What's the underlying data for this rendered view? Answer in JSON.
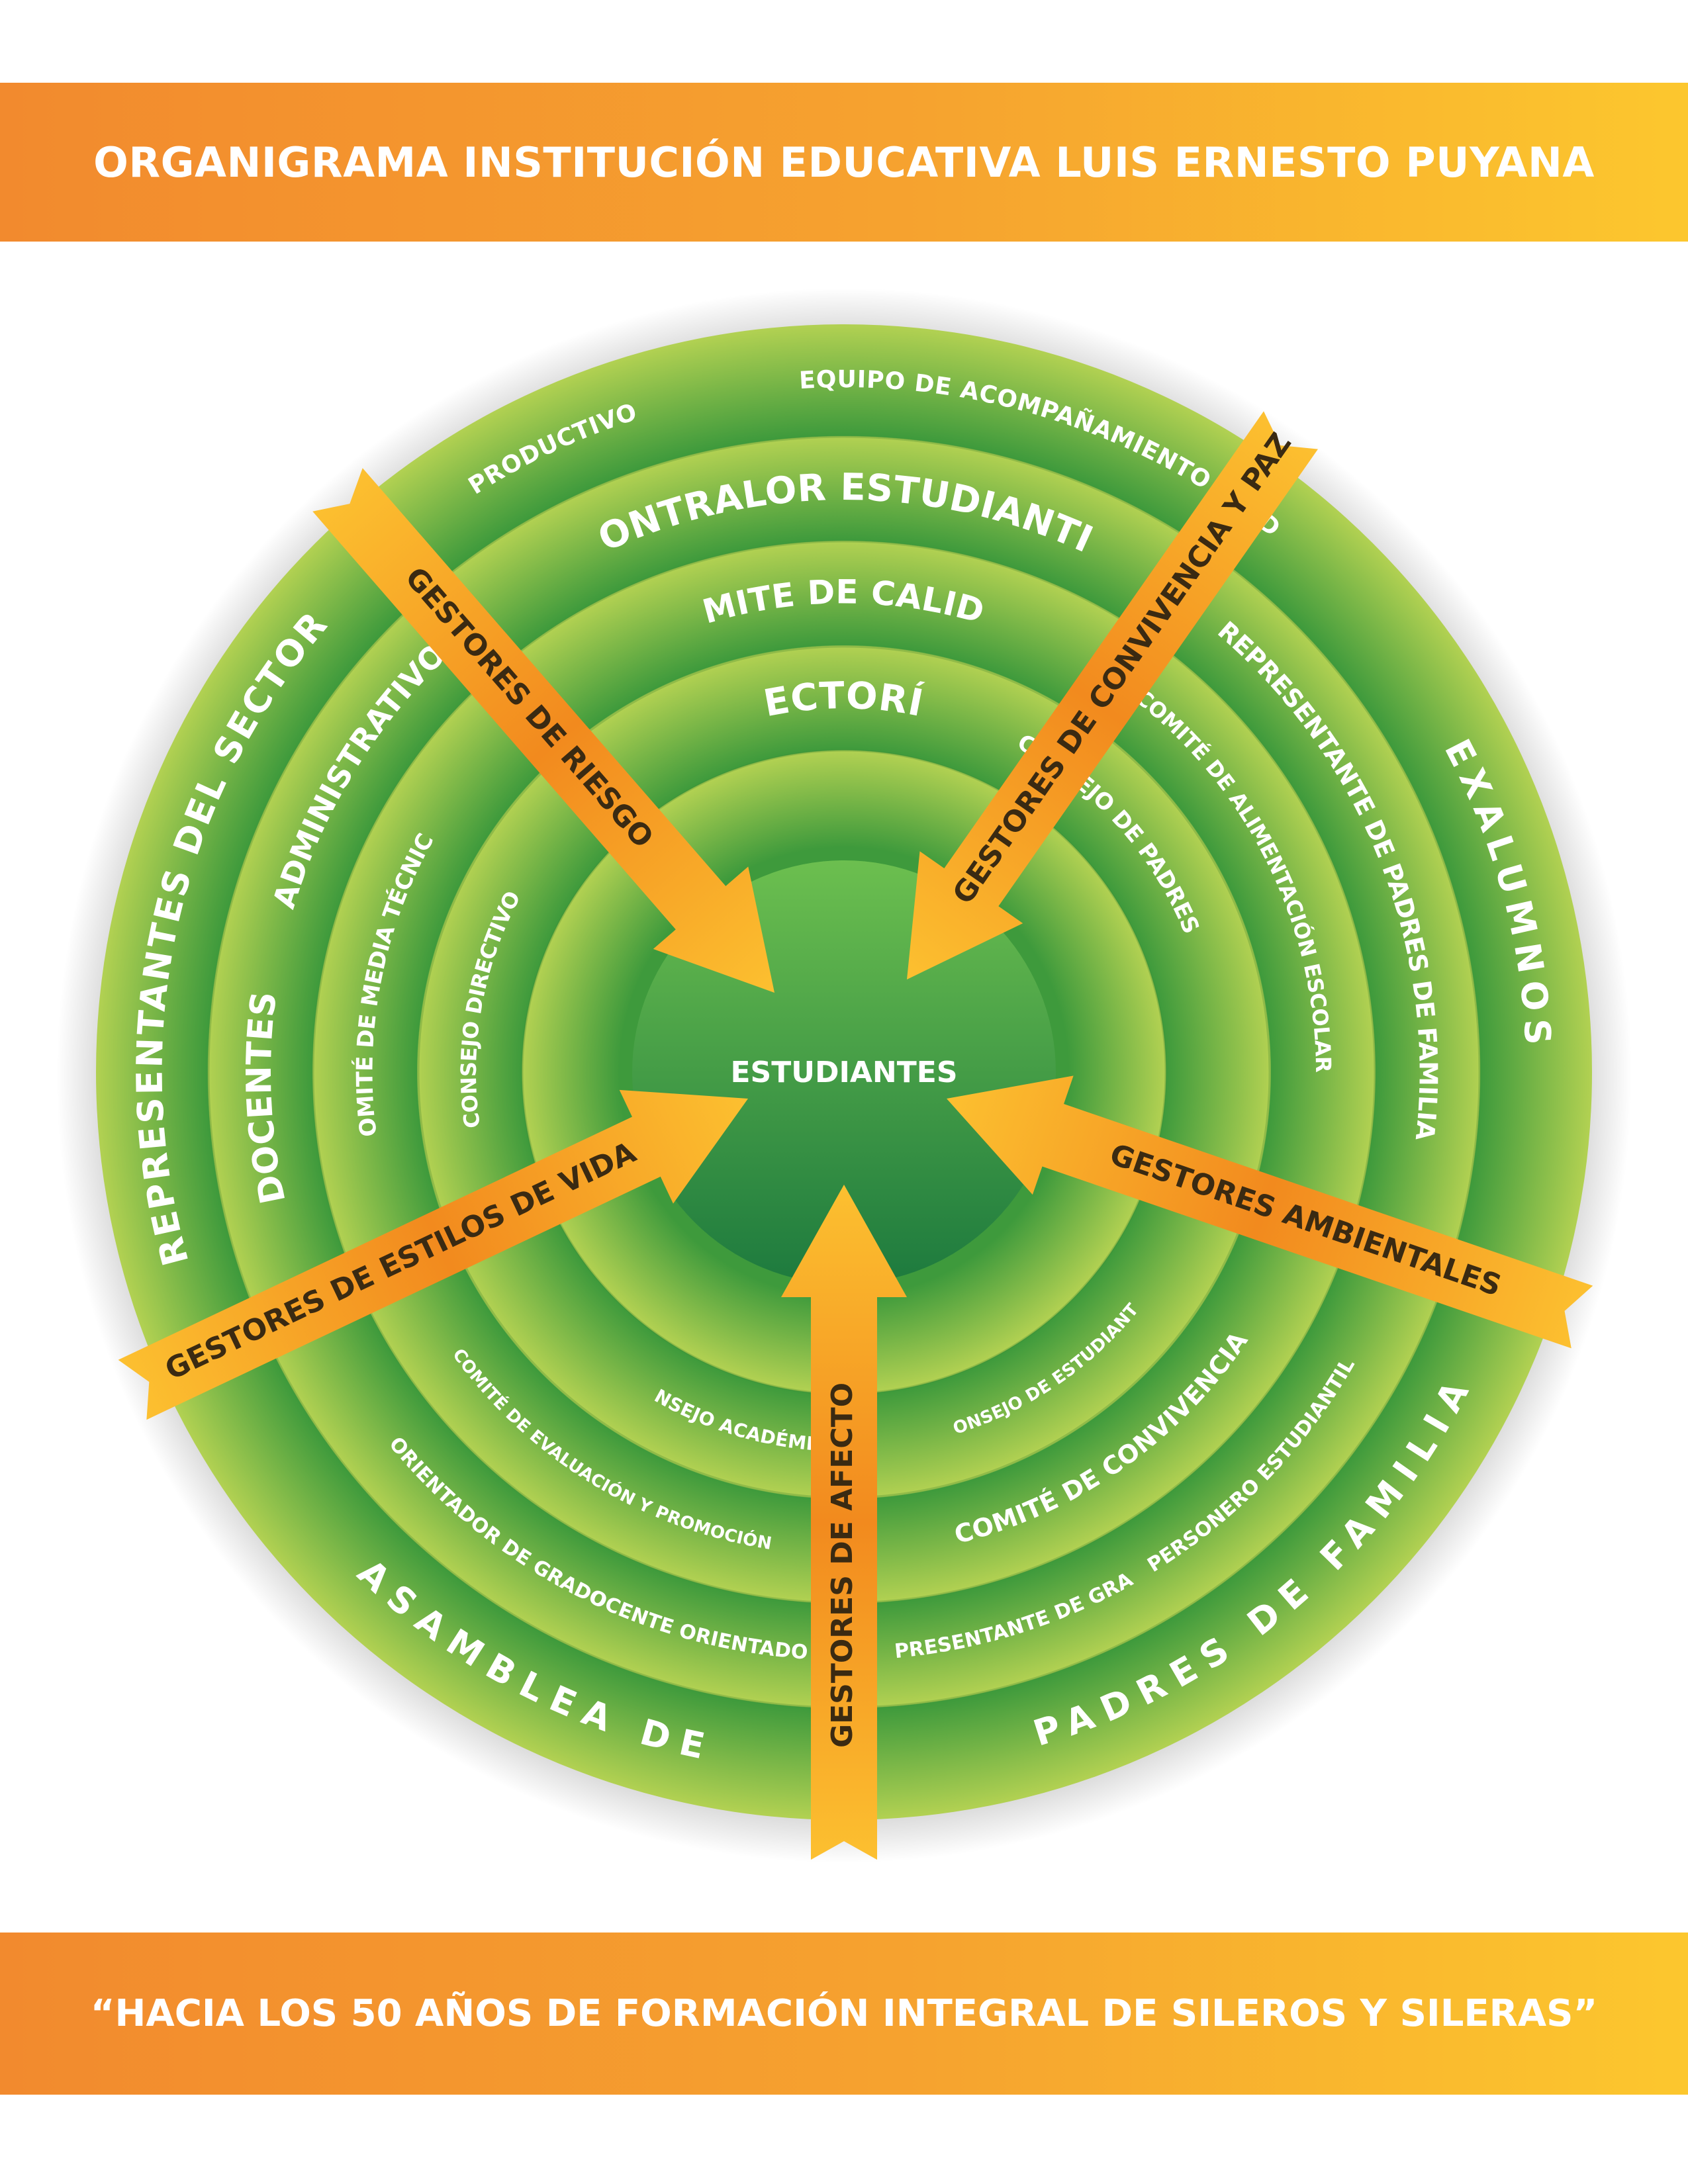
{
  "header": {
    "title": "ORGANIGRAMA INSTITUCIÓN EDUCATIVA LUIS ERNESTO PUYANA"
  },
  "footer": {
    "motto": "“HACIA LOS 50 AÑOS DE FORMACIÓN INTEGRAL DE SILEROS Y SILERAS”"
  },
  "center": {
    "label": "ESTUDIANTES"
  },
  "rings": {
    "outer": {
      "representantes_sector": "REPRESENTANTES DEL SECTOR",
      "productivo": "PRODUCTIVO",
      "equipo_sed": "EQUIPO DE ACOMPAÑAMIENTO S.E.D",
      "exalumnos": "EXALUMNOS",
      "asamblea_de": "ASAMBLEA DE",
      "padres_de_familia": "PADRES DE FAMILIA"
    },
    "ring4": {
      "docentes": "DOCENTES",
      "administrativos": "ADMINISTRATIVOS",
      "contralor": "CONTRALOR ESTUDIANTIL",
      "representante_padres": "REPRESENTANTE DE PADRES DE FAMILIA",
      "orientador_grado": "ORIENTADOR DE GRADO",
      "docente_orientadora": "DOCENTE ORIENTADORA",
      "representante_grado": "REPRESENTANTE DE GRADO",
      "personero": "PERSONERO ESTUDIANTIL"
    },
    "ring3": {
      "comite_media_tecnica": "COMITÉ DE MEDIA TÉCNICA",
      "comite_calidad": "COMITE DE CALIDAD",
      "comite_alimentacion": "COMITÉ DE ALIMENTACIÓN ESCOLAR",
      "comite_evaluacion": "COMITÉ DE EVALUACIÓN Y PROMOCIÓN",
      "comite_convivencia": "COMITÉ DE CONVIVENCIA"
    },
    "ring2": {
      "consejo_directivo": "CONSEJO DIRECTIVO",
      "rectoria": "RECTORÍA",
      "consejo_padres": "CONSEJO DE PADRES",
      "consejo_academico": "CONSEJO ACADÉMICO",
      "consejo_estudiantes": "CONSEJO DE ESTUDIANTES"
    }
  },
  "arrows": {
    "riesgo": "GESTORES DE RIESGO",
    "convivencia_paz": "GESTORES DE CONVIVENCIA Y PAZ",
    "ambientales": "GESTORES AMBIENTALES",
    "afecto": "GESTORES DE AFECTO",
    "estilos_vida": "GESTORES DE ESTILOS DE VIDA"
  },
  "colors": {
    "banner_start": "#f28a2e",
    "banner_end": "#fcc72e",
    "ring_dark": "#3e9a3c",
    "ring_light": "#b2d152",
    "center_top": "#6cbf4f",
    "center_bottom": "#1d7a3e",
    "arrow_dark": "#f28a1e",
    "arrow_light": "#fcc030"
  }
}
